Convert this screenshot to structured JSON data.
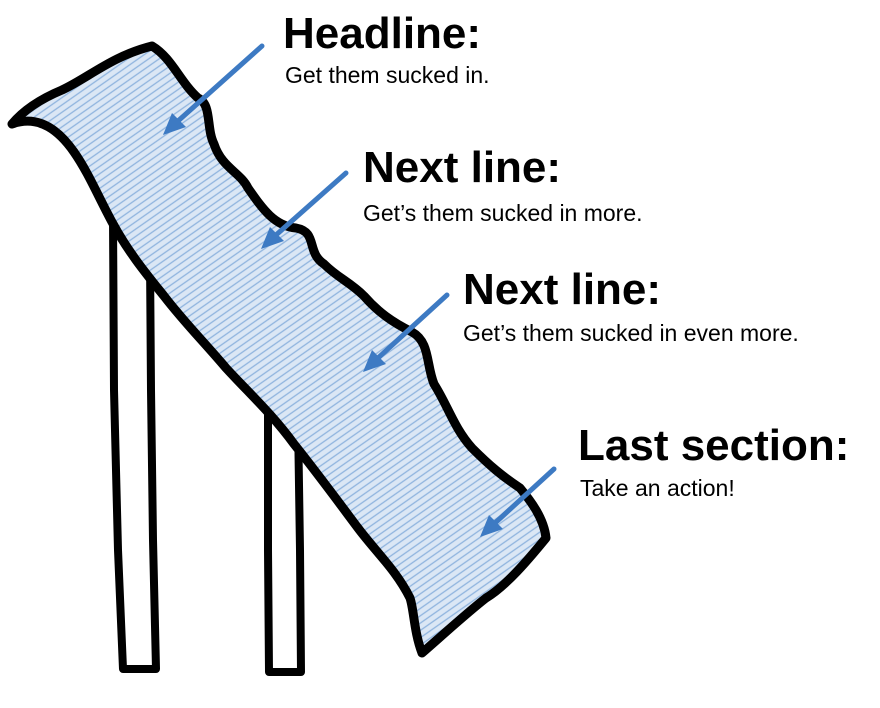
{
  "colors": {
    "outline": "#000000",
    "fill": "#dbe7f5",
    "hatch": "#8fb4de",
    "arrow": "#3d7ac3"
  },
  "sections": [
    {
      "heading": "Headline:",
      "description": "Get them sucked in."
    },
    {
      "heading": "Next line:",
      "description": "Get’s them sucked in more."
    },
    {
      "heading": "Next line:",
      "description": "Get’s them sucked in even more."
    },
    {
      "heading": "Last section:",
      "description": "Take an action!"
    }
  ]
}
